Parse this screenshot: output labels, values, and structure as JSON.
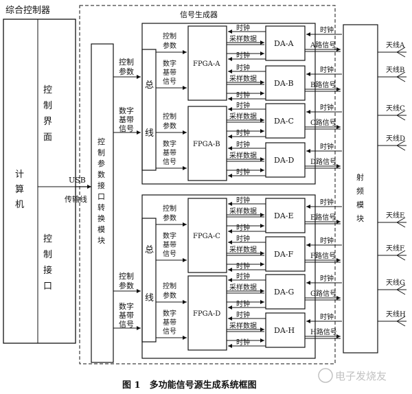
{
  "title": "综合控制器",
  "signal_generator_label": "信号生成器",
  "computer": {
    "chars": [
      "计",
      "算",
      "机"
    ]
  },
  "control_ui": {
    "chars": [
      "控",
      "制",
      "界",
      "面"
    ]
  },
  "control_port": {
    "chars": [
      "控",
      "制",
      "接",
      "口"
    ]
  },
  "usb": {
    "top": "USB",
    "bottom": "传输线"
  },
  "interface_module": {
    "chars": [
      "控",
      "制",
      "参",
      "数",
      "接",
      "口",
      "转",
      "换",
      "模",
      "块"
    ]
  },
  "bus": {
    "top": "总",
    "bottom": "线"
  },
  "rf_module": {
    "chars": [
      "射",
      "频",
      "模",
      "块"
    ]
  },
  "labels": {
    "ctrl_param": [
      "控制",
      "参数"
    ],
    "digital_baseband": [
      "数字",
      "基带",
      "信号"
    ],
    "clock": "时钟",
    "sample_data": "采样数据"
  },
  "fpgas": [
    "FPGA-A",
    "FPGA-B",
    "FPGA-C",
    "FPGA-D"
  ],
  "das": [
    {
      "name": "DA-A",
      "signal": "A路信号"
    },
    {
      "name": "DA-B",
      "signal": "B路信号"
    },
    {
      "name": "DA-C",
      "signal": "C路信号"
    },
    {
      "name": "DA-D",
      "signal": "D路信号"
    },
    {
      "name": "DA-E",
      "signal": "E路信号"
    },
    {
      "name": "DA-F",
      "signal": "F路信号"
    },
    {
      "name": "DA-G",
      "signal": "G路信号"
    },
    {
      "name": "DA-H",
      "signal": "H路信号"
    }
  ],
  "antennas": [
    "天线A",
    "天线B",
    "天线C",
    "天线D",
    "天线E",
    "天线F",
    "天线G",
    "天线H"
  ],
  "caption": "图 1　多功能信号源生成系统框图",
  "watermark": "电子发烧友"
}
